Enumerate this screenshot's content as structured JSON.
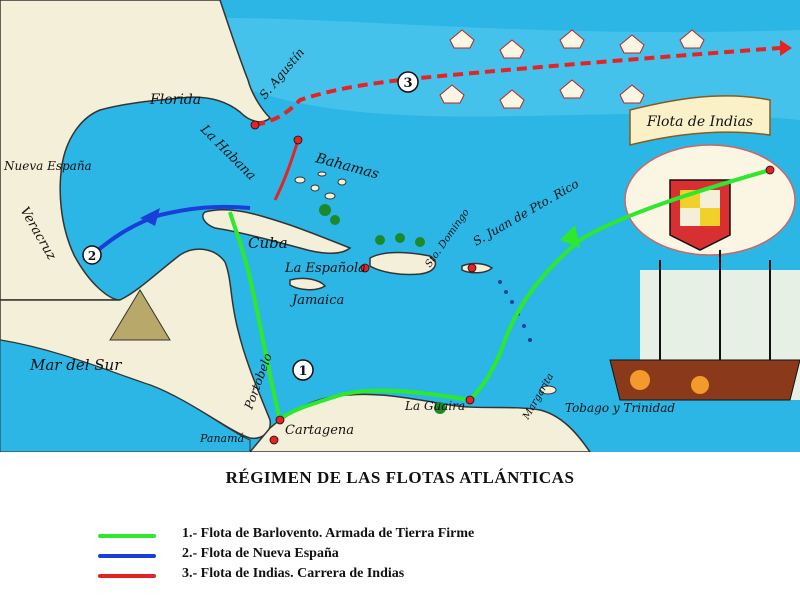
{
  "map": {
    "place_labels": {
      "florida": "Florida",
      "san_agustin": "S. Agustín",
      "la_habana": "La Habana",
      "bahamas": "Bahamas",
      "cuba": "Cuba",
      "la_espanola": "La Española",
      "sto_domingo": "Sto. Domingo",
      "s_juan_de_pto_rico": "S. Juan de Pto. Rico",
      "jamaica": "Jamaica",
      "nueva_espana": "Nueva España",
      "veracruz": "Veracruz",
      "mar_del_sur": "Mar del Sur",
      "portobelo": "Portobelo",
      "panama": "Panamá",
      "cartagena": "Cartagena",
      "la_guaira": "La Guaira",
      "margarita": "Margarita",
      "tobago_y_trinidad": "Tobago y Trinidad"
    },
    "banner_text": "Flota de Indias",
    "route_markers": [
      "1",
      "2",
      "3"
    ],
    "colors": {
      "sea": "#2bb6e6",
      "land": "#f4efd8",
      "route_barlovento": "#2ee82e",
      "route_nueva_espana": "#1a3fd8",
      "route_indias": "#e62222"
    }
  },
  "title": "RÉGIMEN DE LAS FLOTAS ATLÁNTICAS",
  "legend": [
    {
      "label": "1.- Flota de Barlovento. Armada de Tierra Firme",
      "color": "#2ee82e"
    },
    {
      "label": "2.- Flota de Nueva España",
      "color": "#1a3fd8"
    },
    {
      "label": "3.- Flota de Indias. Carrera de Indias",
      "color": "#e62222"
    }
  ]
}
